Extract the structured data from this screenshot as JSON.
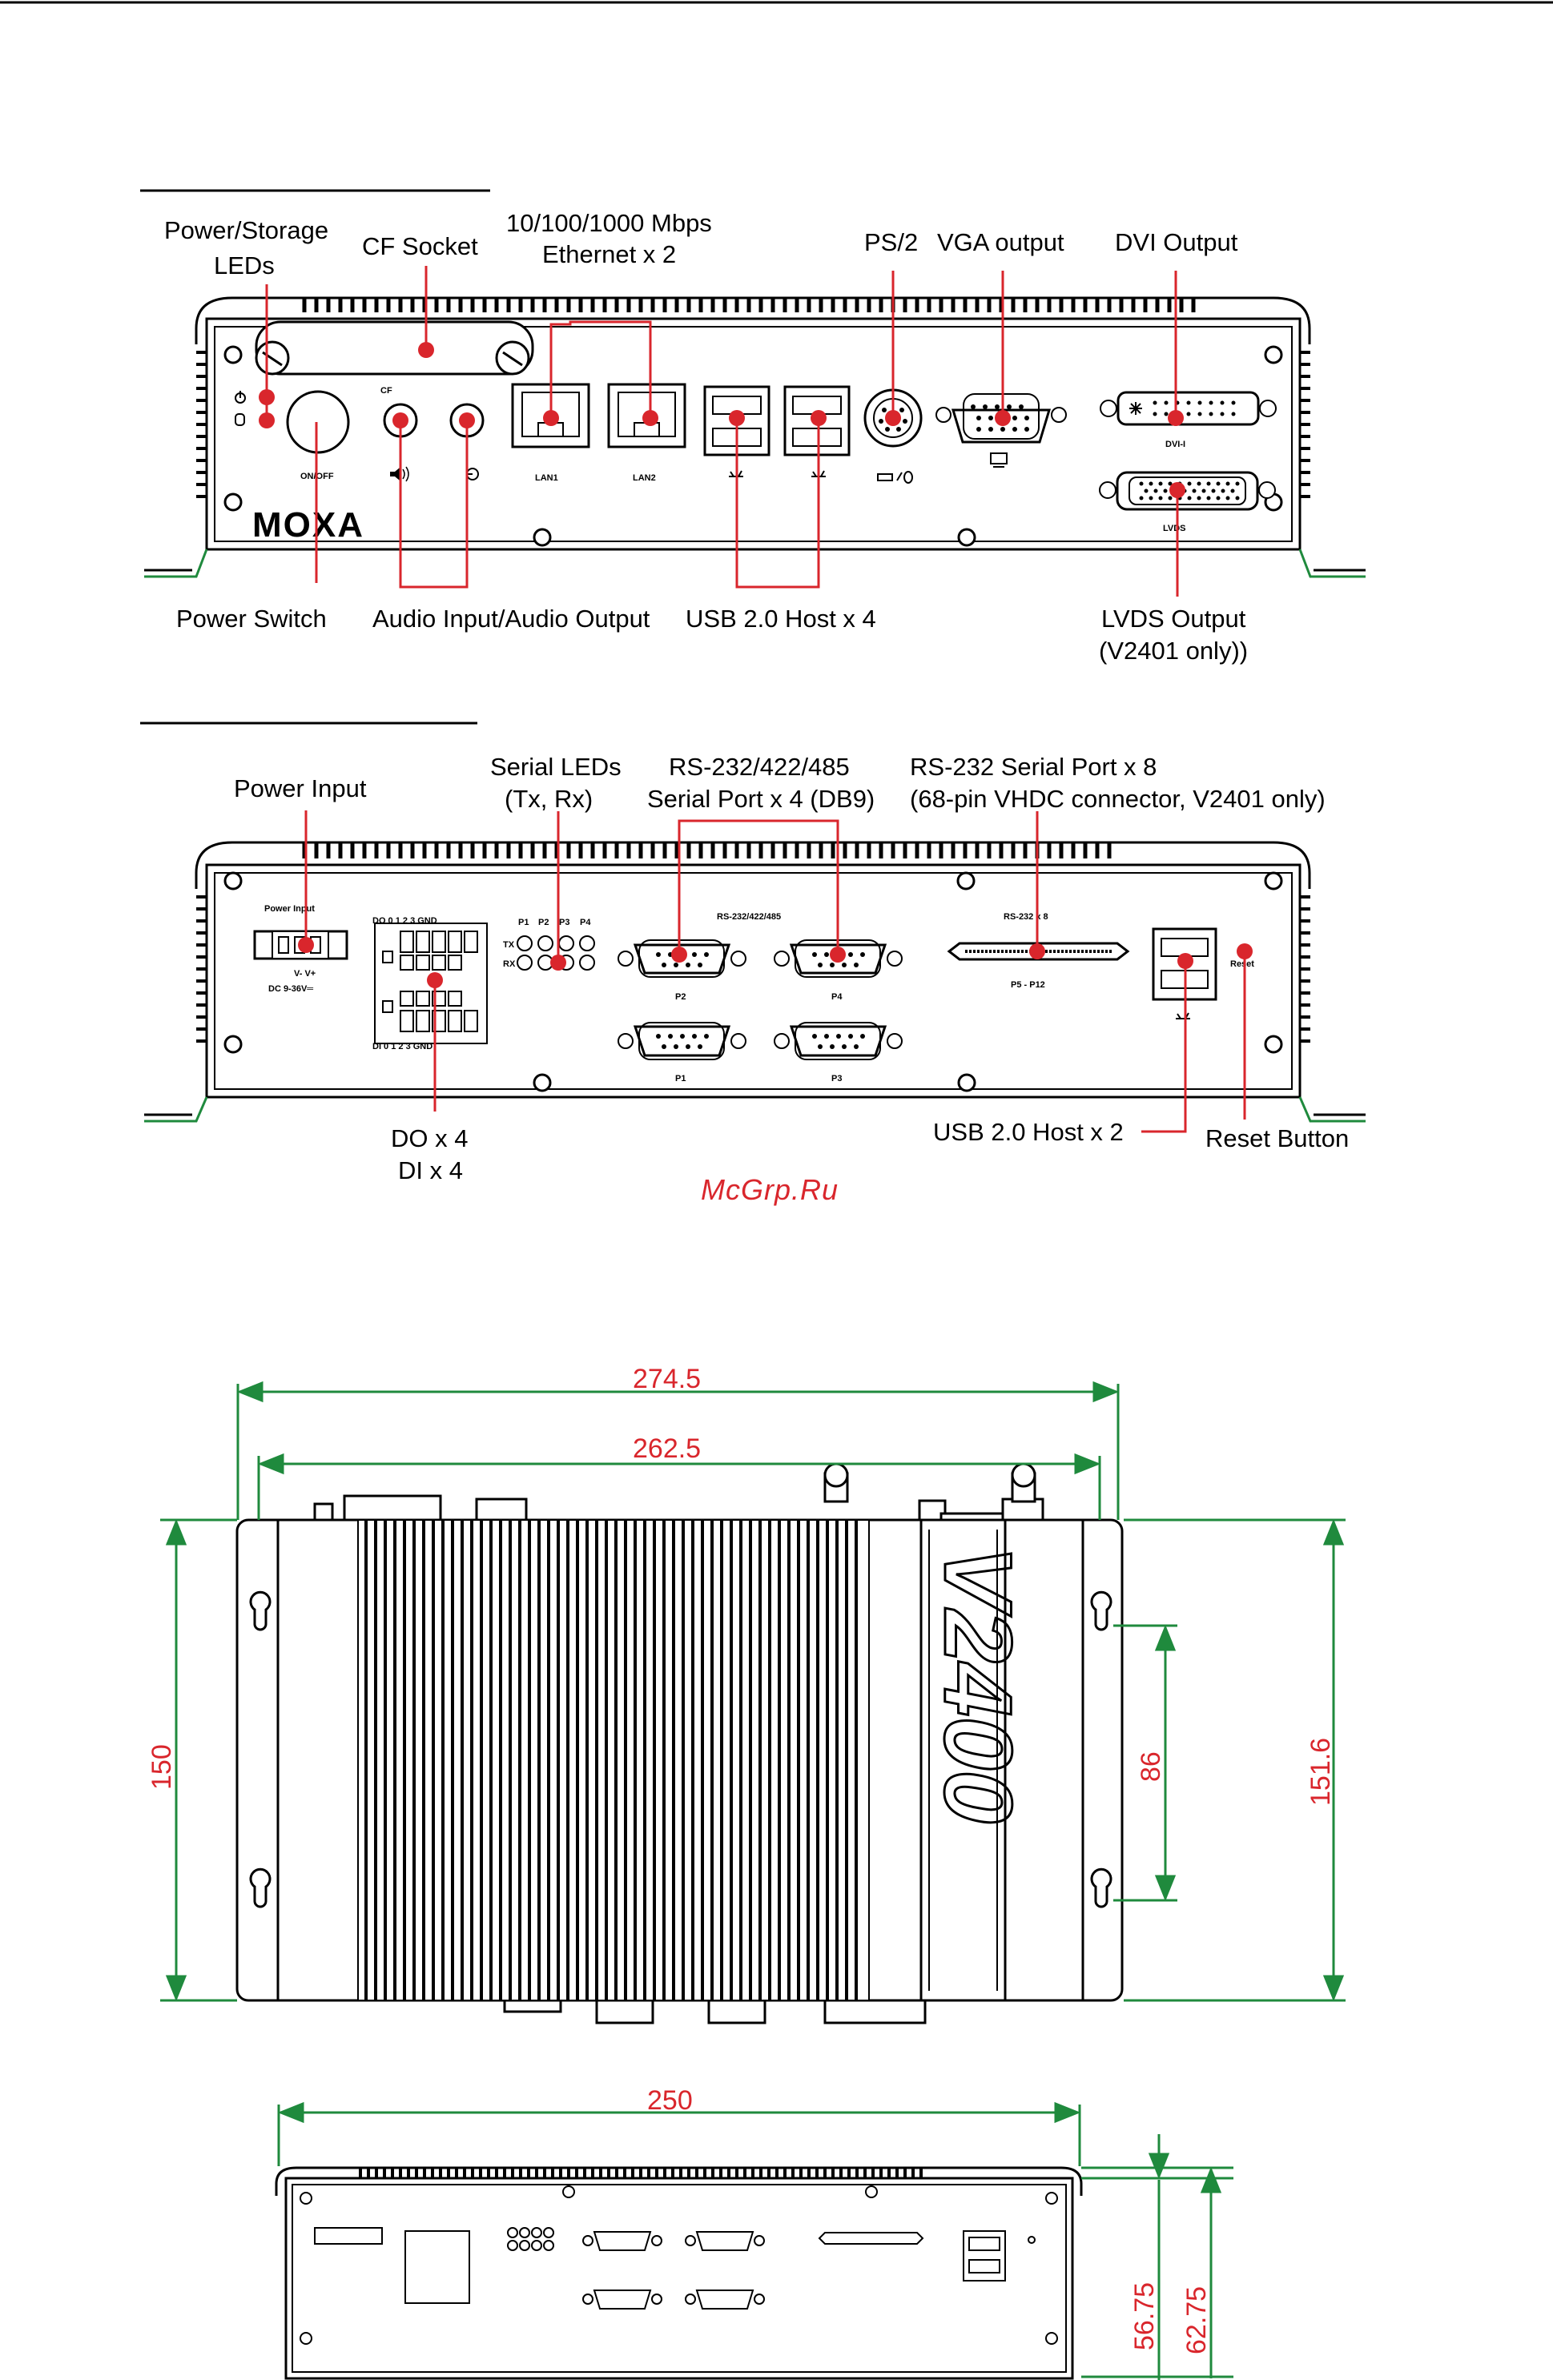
{
  "colors": {
    "accent": "#d9262c",
    "dimension_line": "#1f8a3d",
    "ink": "#000000"
  },
  "front_view": {
    "callouts": {
      "power_storage_leds": [
        "Power/Storage",
        "LEDs"
      ],
      "cf_socket": "CF Socket",
      "ethernet": [
        "10/100/1000 Mbps",
        "Ethernet x 2"
      ],
      "ps2": "PS/2",
      "vga": "VGA output",
      "dvi": "DVI Output",
      "power_switch": "Power Switch",
      "audio": "Audio Input/Audio Output",
      "usb": "USB 2.0 Host x 4",
      "lvds": [
        "LVDS Output",
        "(V2401 only))"
      ]
    },
    "panel": {
      "cf": "CF",
      "onoff": "ON/OFF",
      "lan1": "LAN1",
      "lan2": "LAN2",
      "dvi_i": "DVI-I",
      "lvds": "LVDS",
      "brand": "MOXA"
    },
    "icons": [
      "power-icon",
      "storage-icon",
      "speaker-icon",
      "microphone-icon",
      "usb-icon",
      "keyboard-mouse-icon",
      "monitor-icon"
    ]
  },
  "rear_view": {
    "callouts": {
      "power_input": "Power Input",
      "serial_leds": [
        "Serial LEDs",
        "(Tx, Rx)"
      ],
      "rs232_422_485": [
        "RS-232/422/485",
        "Serial Port x 4 (DB9)"
      ],
      "rs232_x8": [
        "RS-232 Serial Port x 8",
        "(68-pin VHDC connector, V2401 only)"
      ],
      "dio": [
        "DO x 4",
        "DI x 4"
      ],
      "usb": "USB 2.0 Host x 2",
      "reset": "Reset Button"
    },
    "panel": {
      "power_input": "Power Input",
      "power_pins": "V- V+",
      "power_range": "DC 9-36V═",
      "do_header": "DO  0  1  2  3 GND",
      "di_header": "DI   0  1  2  3 GND",
      "led_ports": [
        "P1",
        "P2",
        "P3",
        "P4"
      ],
      "tx": "TX",
      "rx": "RX",
      "serial_header": "RS-232/422/485",
      "ports": [
        "P1",
        "P2",
        "P3",
        "P4"
      ],
      "vhdc_header": "RS-232 x 8",
      "vhdc_ports": "P5 - P12",
      "reset": "Reset"
    }
  },
  "watermark": "McGrp.Ru",
  "dimensions": {
    "top_view": {
      "width_outer": "274.5",
      "width_inner": "262.5",
      "height_left": "150",
      "height_right": "151.6",
      "hole_spacing": "86"
    },
    "model_label": "V2400",
    "side_view": {
      "width": "250",
      "height_inner": "56.75",
      "height_outer": "62.75"
    }
  }
}
